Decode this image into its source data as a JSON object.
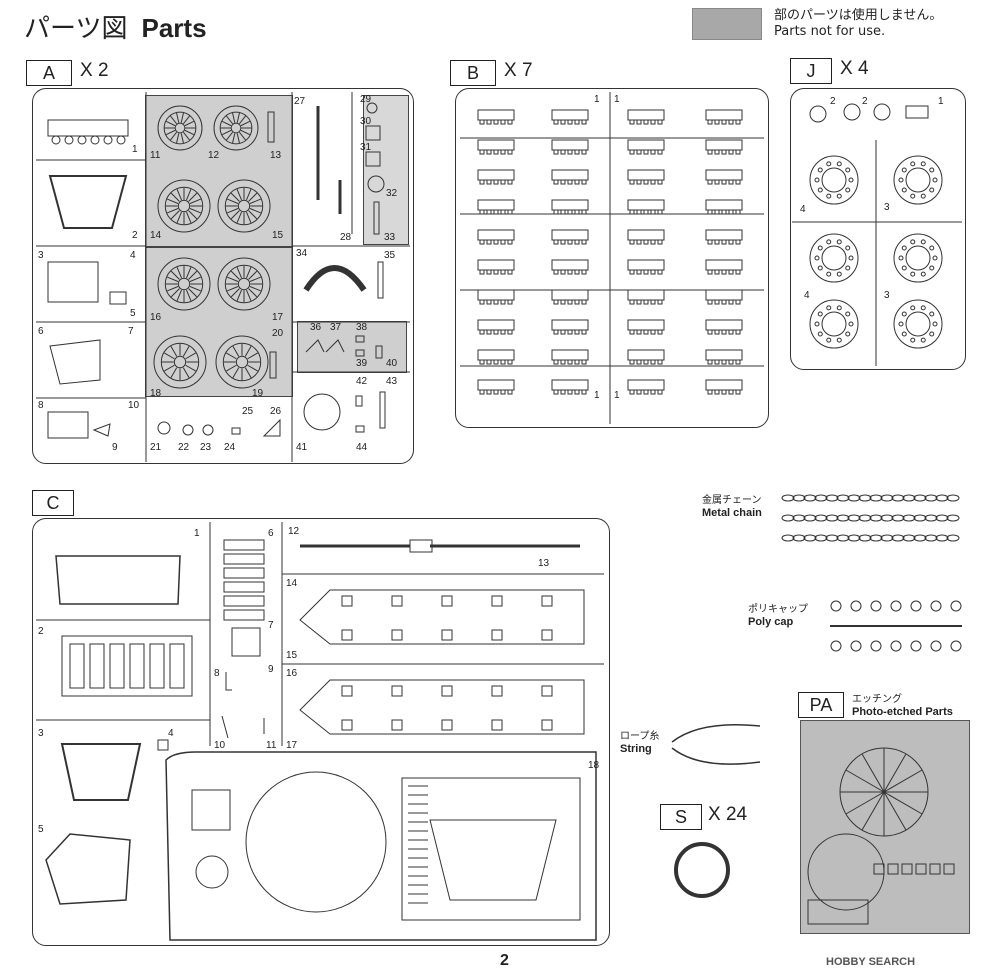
{
  "header": {
    "title_jp": "パーツ図",
    "title_en": "Parts",
    "note_jp": "部のパーツは使用しません。",
    "note_en": "Parts not for use."
  },
  "sprues": {
    "A": {
      "letter": "A",
      "qty": "X 2",
      "parts": [
        "1",
        "2",
        "3",
        "4",
        "5",
        "6",
        "7",
        "8",
        "9",
        "10",
        "11",
        "12",
        "13",
        "14",
        "15",
        "16",
        "17",
        "18",
        "19",
        "20",
        "21",
        "22",
        "23",
        "24",
        "25",
        "26",
        "27",
        "28",
        "29",
        "30",
        "31",
        "32",
        "33",
        "34",
        "35",
        "36",
        "37",
        "38",
        "39",
        "40",
        "41",
        "42",
        "43",
        "44"
      ]
    },
    "B": {
      "letter": "B",
      "qty": "X 7",
      "parts": [
        "1",
        "1",
        "1",
        "1"
      ]
    },
    "J": {
      "letter": "J",
      "qty": "X 4",
      "parts": [
        "1",
        "2",
        "2",
        "3",
        "3",
        "4",
        "4"
      ]
    },
    "C": {
      "letter": "C",
      "qty": "",
      "parts": [
        "1",
        "2",
        "3",
        "4",
        "5",
        "6",
        "7",
        "8",
        "9",
        "10",
        "11",
        "12",
        "13",
        "14",
        "15",
        "16",
        "17",
        "18"
      ]
    },
    "PA": {
      "letter": "PA",
      "qty": "",
      "name_jp": "エッチング",
      "name_en": "Photo-etched Parts"
    },
    "S": {
      "letter": "S",
      "qty": "X 24"
    }
  },
  "extras": {
    "chain": {
      "jp": "金属チェーン",
      "en": "Metal chain"
    },
    "polycap": {
      "jp": "ポリキャップ",
      "en": "Poly cap"
    },
    "string": {
      "jp": "ロープ糸",
      "en": "String"
    }
  },
  "footer": {
    "page": "2",
    "watermark": "HOBBY SEARCH"
  }
}
